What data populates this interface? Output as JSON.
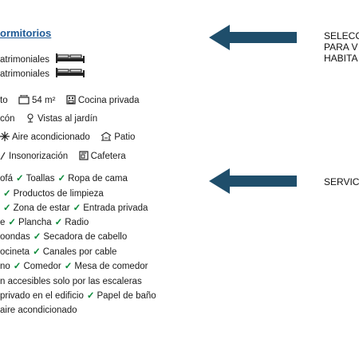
{
  "room": {
    "title": "ormitorios",
    "beds": [
      {
        "label": "atrimoniales",
        "icon": "double-bed-icon"
      },
      {
        "label": "atrimoniales",
        "icon": "double-bed-icon"
      }
    ],
    "features_row1": {
      "a": "to",
      "b": "54 m²",
      "c": "Cocina privada"
    },
    "features_row2": {
      "a": "cón",
      "b": "Vistas al jardín"
    },
    "features_row3": {
      "a": "Aire acondicionado",
      "b": "Patio"
    },
    "features_row4": {
      "a": "Insonorización",
      "b": "Cafetera"
    }
  },
  "services": {
    "rows": [
      [
        "ofá",
        "Toallas",
        "Ropa de cama"
      ],
      [
        "",
        "Productos de limpieza"
      ],
      [
        "",
        "Zona de estar",
        "Entrada privada"
      ],
      [
        "e",
        "Plancha",
        "Radio"
      ],
      [
        "oondas",
        "Secadora de cabello"
      ],
      [
        "ocineta",
        "Canales por cable"
      ],
      [
        "no",
        "Comedor",
        "Mesa de comedor"
      ],
      [
        "n accesibles solo por las escaleras"
      ],
      [
        " privado en el edificio",
        "Papel de baño"
      ],
      [
        " aire acondicionado"
      ]
    ]
  },
  "callouts": {
    "top": [
      "SELECC",
      "PARA V",
      "HABITA"
    ],
    "bottom": "SERVIC"
  },
  "colors": {
    "arrow": "#1f4e6b",
    "title": "#1e5a96",
    "check": "#0a8a3a"
  }
}
